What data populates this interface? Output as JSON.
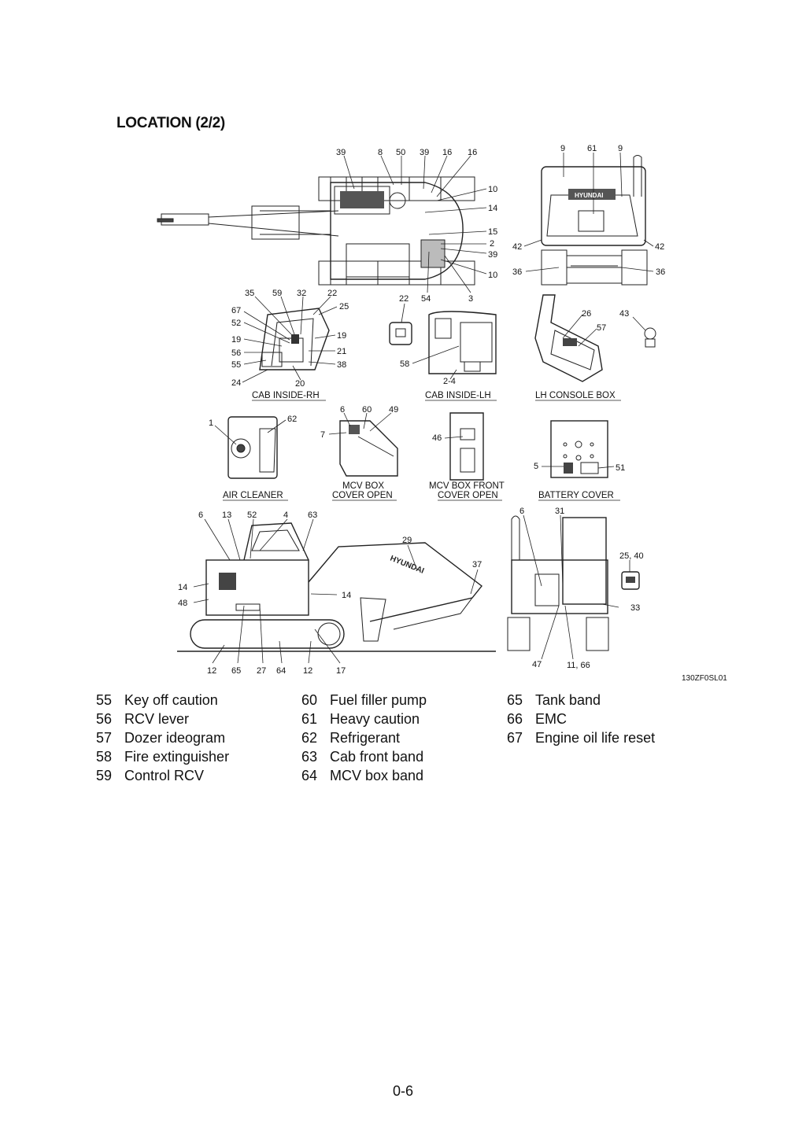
{
  "page": {
    "heading": "LOCATION (2/2)",
    "figure_code": "130ZF0SL01",
    "page_number": "0-6"
  },
  "captions": {
    "cab_rh": "CAB INSIDE-RH",
    "cab_lh": "CAB INSIDE-LH",
    "lh_console": "LH CONSOLE BOX",
    "air_cleaner": "AIR CLEANER",
    "mcv_box_1": "MCV BOX",
    "mcv_box_2": "COVER OPEN",
    "mcv_front_1": "MCV BOX FRONT",
    "mcv_front_2": "COVER OPEN",
    "battery": "BATTERY COVER",
    "brand": "HYUNDAI"
  },
  "callouts": {
    "top": [
      "39",
      "8",
      "50",
      "39",
      "16",
      "16",
      "10",
      "14",
      "15",
      "2",
      "39",
      "10",
      "54",
      "3"
    ],
    "rear": [
      "9",
      "61",
      "9",
      "42",
      "42",
      "36",
      "36"
    ],
    "cab_rh": [
      "35",
      "59",
      "32",
      "22",
      "25",
      "67",
      "52",
      "19",
      "19",
      "56",
      "21",
      "55",
      "38",
      "24",
      "20"
    ],
    "cab_lh": [
      "22",
      "58",
      "2-4"
    ],
    "console": [
      "26",
      "57",
      "43"
    ],
    "air_cleaner": [
      "1",
      "62"
    ],
    "mcv": [
      "6",
      "60",
      "49",
      "7",
      "46"
    ],
    "battery": [
      "5",
      "51"
    ],
    "side": [
      "6",
      "13",
      "52",
      "4",
      "63",
      "29",
      "37",
      "14",
      "48",
      "14",
      "12",
      "65",
      "27",
      "64",
      "12",
      "17"
    ],
    "rear2": [
      "6",
      "31",
      "25, 40",
      "33",
      "47",
      "11, 66"
    ]
  },
  "legend": {
    "col1": [
      {
        "num": "55",
        "text": "Key off caution"
      },
      {
        "num": "56",
        "text": "RCV lever"
      },
      {
        "num": "57",
        "text": "Dozer ideogram"
      },
      {
        "num": "58",
        "text": "Fire extinguisher"
      },
      {
        "num": "59",
        "text": "Control RCV"
      }
    ],
    "col2": [
      {
        "num": "60",
        "text": "Fuel filler pump"
      },
      {
        "num": "61",
        "text": "Heavy caution"
      },
      {
        "num": "62",
        "text": "Refrigerant"
      },
      {
        "num": "63",
        "text": "Cab front band"
      },
      {
        "num": "64",
        "text": "MCV box band"
      }
    ],
    "col3": [
      {
        "num": "65",
        "text": "Tank band"
      },
      {
        "num": "66",
        "text": "EMC"
      },
      {
        "num": "67",
        "text": "Engine oil life reset"
      }
    ]
  }
}
